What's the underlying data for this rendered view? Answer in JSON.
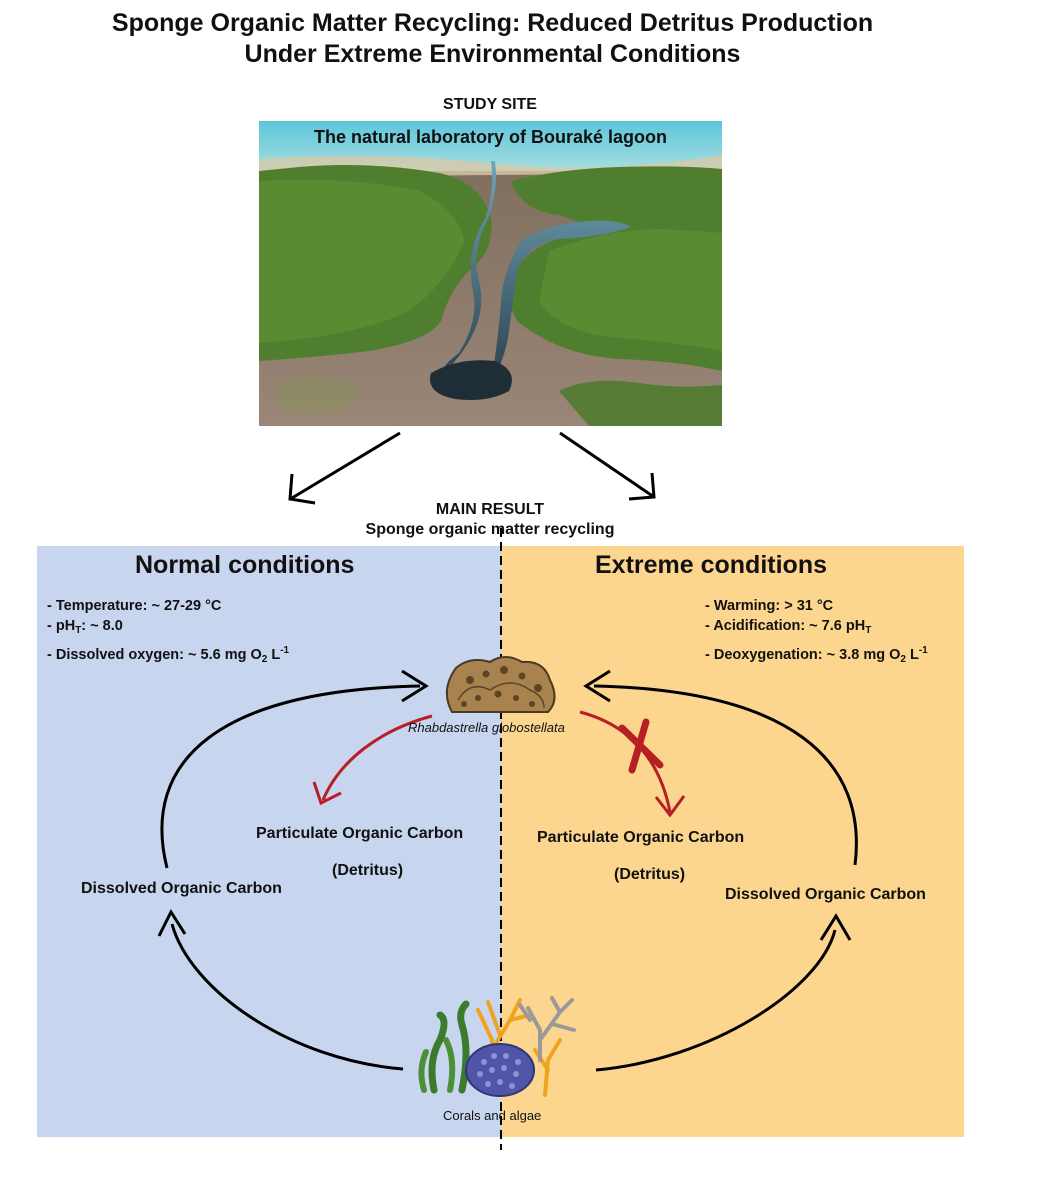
{
  "title_line1": "Sponge Organic Matter Recycling: Reduced Detritus Production",
  "title_line2": "Under Extreme Environmental Conditions",
  "study_site": {
    "label": "STUDY SITE",
    "photo_caption": "The natural laboratory of Bouraké lagoon"
  },
  "main_result": {
    "line1": "MAIN RESULT",
    "line2": "Sponge organic matter recycling"
  },
  "normal": {
    "title": "Normal conditions",
    "temp": "- Temperature: ~ 27-29 °C",
    "ph_prefix": "- pH",
    "ph_sub": "T",
    "ph_suffix": ": ~ 8.0",
    "oxy_prefix": "- Dissolved oxygen: ~ 5.6 mg O",
    "oxy_sub": "2",
    "oxy_mid": " L",
    "oxy_sup": "-1",
    "poc": "Particulate Organic Carbon",
    "detritus": "(Detritus)",
    "doc": "Dissolved Organic Carbon"
  },
  "extreme": {
    "title": "Extreme conditions",
    "warming": "- Warming: > 31 °C",
    "acid_prefix": "- Acidification: ~ 7.6 pH",
    "acid_sub": "T",
    "deoxy_prefix": "- Deoxygenation: ~ 3.8 mg O",
    "deoxy_sub": "2",
    "deoxy_mid": " L",
    "deoxy_sup": "-1",
    "poc": "Particulate Organic Carbon",
    "detritus": "(Detritus)",
    "doc": "Dissolved Organic Carbon"
  },
  "sponge_name": "Rhabdastrella globostellata",
  "corals_label": "Corals and algae",
  "colors": {
    "normal_bg": "#c8d5ee",
    "extreme_bg": "#fcd68f",
    "red_arrow": "#b81f25",
    "black": "#000000"
  },
  "icons": [
    "sponge-icon",
    "corals-algae-icon",
    "cross-mark-icon"
  ]
}
